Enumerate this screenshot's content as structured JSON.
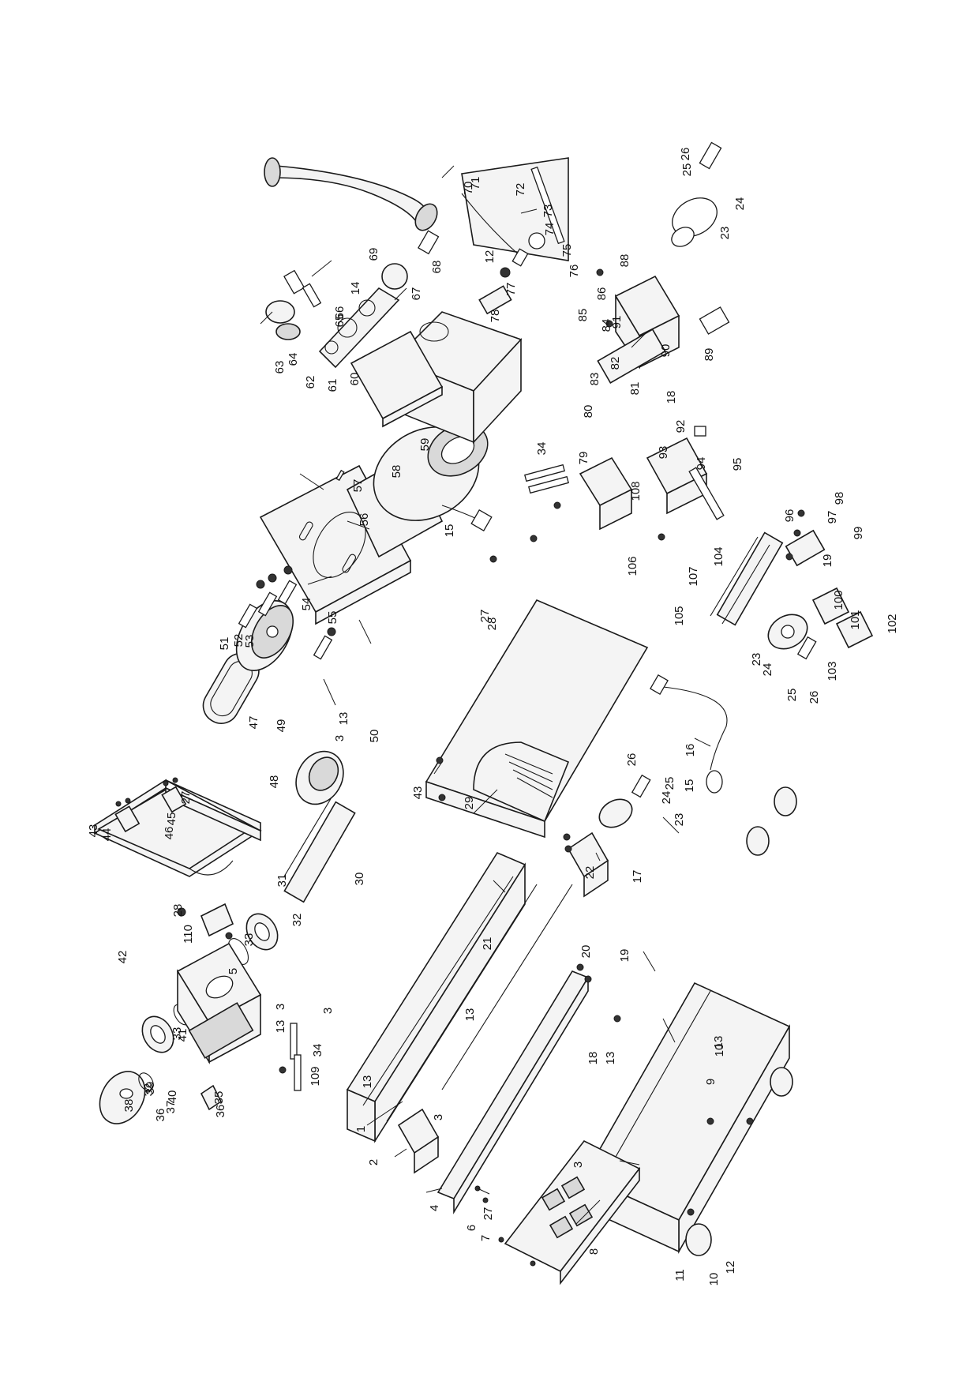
{
  "diagram": {
    "type": "exploded parts diagram",
    "orientation": "rotated 90 degrees counter-clockwise",
    "callout_labels": [
      "1",
      "2",
      "3",
      "3",
      "3",
      "3",
      "3",
      "4",
      "5",
      "6",
      "7",
      "8",
      "9",
      "10",
      "10",
      "11",
      "12",
      "12",
      "13",
      "13",
      "13",
      "13",
      "13",
      "13",
      "14",
      "15",
      "15",
      "16",
      "17",
      "18",
      "18",
      "19",
      "19",
      "20",
      "21",
      "22",
      "23",
      "23",
      "23",
      "24",
      "24",
      "24",
      "25",
      "25",
      "25",
      "26",
      "26",
      "26",
      "27",
      "27",
      "27",
      "28",
      "28",
      "29",
      "30",
      "31",
      "32",
      "32",
      "33",
      "33",
      "34",
      "34",
      "35",
      "36",
      "36",
      "37",
      "38",
      "39",
      "40",
      "41",
      "42",
      "43",
      "43",
      "44",
      "45",
      "46",
      "47",
      "48",
      "49",
      "50",
      "51",
      "52",
      "53",
      "54",
      "55",
      "56",
      "57",
      "58",
      "59",
      "60",
      "61",
      "62",
      "63",
      "64",
      "65",
      "66",
      "67",
      "68",
      "69",
      "70",
      "71",
      "72",
      "73",
      "74",
      "75",
      "76",
      "77",
      "78",
      "79",
      "80",
      "81",
      "82",
      "83",
      "84",
      "85",
      "86",
      "88",
      "89",
      "90",
      "91",
      "92",
      "93",
      "94",
      "95",
      "96",
      "97",
      "98",
      "99",
      "100",
      "101",
      "102",
      "103",
      "104",
      "105",
      "106",
      "107",
      "108",
      "109",
      "110"
    ]
  }
}
